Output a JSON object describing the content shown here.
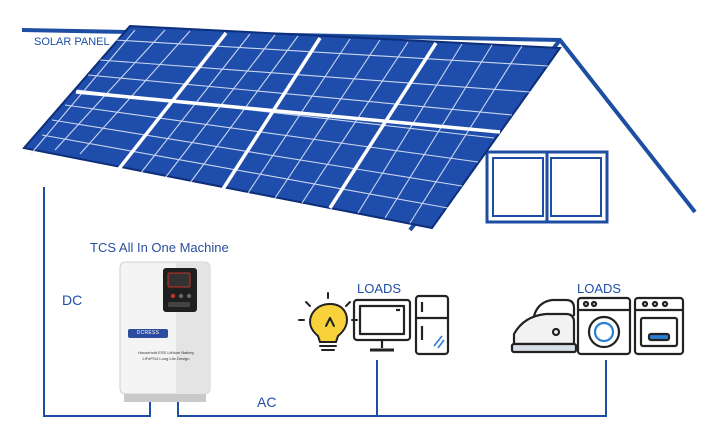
{
  "labels": {
    "solar_panel": "SOLAR PANEL",
    "machine": "TCS All In One Machine",
    "dc": "DC",
    "ac": "AC",
    "loads_left": "LOADS",
    "loads_right": "LOADS"
  },
  "machine": {
    "brand": "DCRESS",
    "desc_line1": "Household ESS Lithium Battery",
    "desc_line2": "LiFePO4 Long Life Design"
  },
  "colors": {
    "line": "#1d4ea3",
    "panel": "#1f4dab",
    "panel_grid": "#ffffff",
    "icon": "#222222",
    "accent_red": "#c4302b"
  },
  "icons": [
    "light-bulb-icon",
    "computer-monitor-icon",
    "refrigerator-icon",
    "clothes-iron-icon",
    "washing-machine-icon",
    "oven-icon"
  ]
}
